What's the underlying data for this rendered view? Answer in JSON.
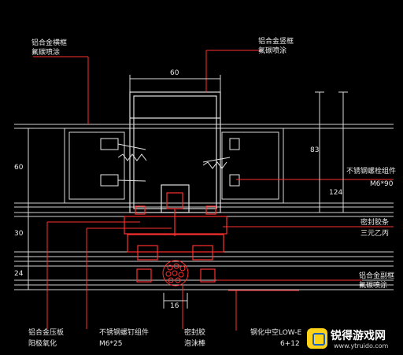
{
  "labels": {
    "top_left_1": "铝合金横框",
    "top_left_2": "氟碳喷涂",
    "top_right_1": "铝合金竖框",
    "top_right_2": "氟碳喷涂",
    "right_mid_1": "不锈钢螺栓组件",
    "right_mid_2": "M6*90",
    "right_seal_1": "密封胶条",
    "right_seal_2": "三元乙丙",
    "right_low_1": "铝合金副框",
    "right_low_2": "氟碳喷涂",
    "bottom_1_a": "铝合金压板",
    "bottom_1_b": "阳极氧化",
    "bottom_2_a": "不锈钢螺钉组件",
    "bottom_2_b": "M6*25",
    "bottom_3_a": "密封胶",
    "bottom_3_b": "泡沫棒",
    "bottom_4_a": "钢化中空LOW-E",
    "bottom_4_b": "6+12"
  },
  "dimensions": {
    "top_width": "60",
    "bottom_width": "16",
    "left_60": "60",
    "left_30": "30",
    "left_24": "24",
    "right_83": "83",
    "right_124": "124"
  },
  "watermark": {
    "title": "锐得游戏网",
    "url": "www.ytruido.com"
  }
}
